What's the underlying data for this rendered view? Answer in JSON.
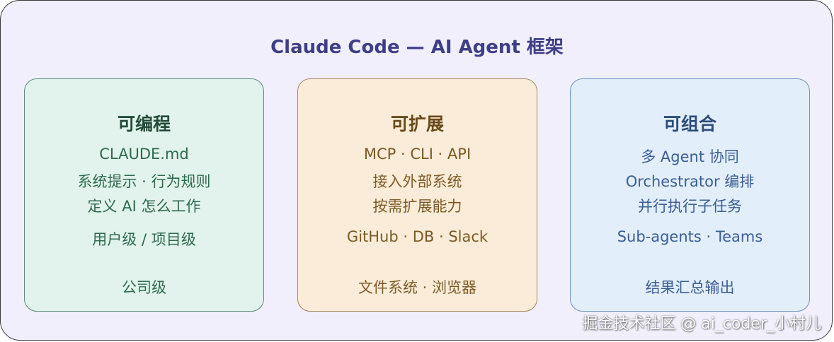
{
  "title": "Claude Code — AI Agent 框架",
  "cards": [
    {
      "heading": "可编程",
      "lines": [
        "CLAUDE.md",
        "系统提示 · 行为规则",
        "定义 AI 怎么工作",
        "用户级 / 项目级",
        "公司级"
      ]
    },
    {
      "heading": "可扩展",
      "lines": [
        "MCP · CLI · API",
        "接入外部系统",
        "按需扩展能力",
        "GitHub · DB · Slack",
        "文件系统 · 浏览器"
      ]
    },
    {
      "heading": "可组合",
      "lines": [
        "多 Agent 协同",
        "Orchestrator 编排",
        "并行执行子任务",
        "Sub-agents · Teams",
        "结果汇总输出"
      ]
    }
  ],
  "watermark": "掘金技术社区 @ ai_coder_小村儿",
  "colors": {
    "background": "#f0effb",
    "title": "#3f3f86",
    "card_green": "#e1f3ec",
    "card_orange": "#faecd9",
    "card_blue": "#e3eefb"
  }
}
